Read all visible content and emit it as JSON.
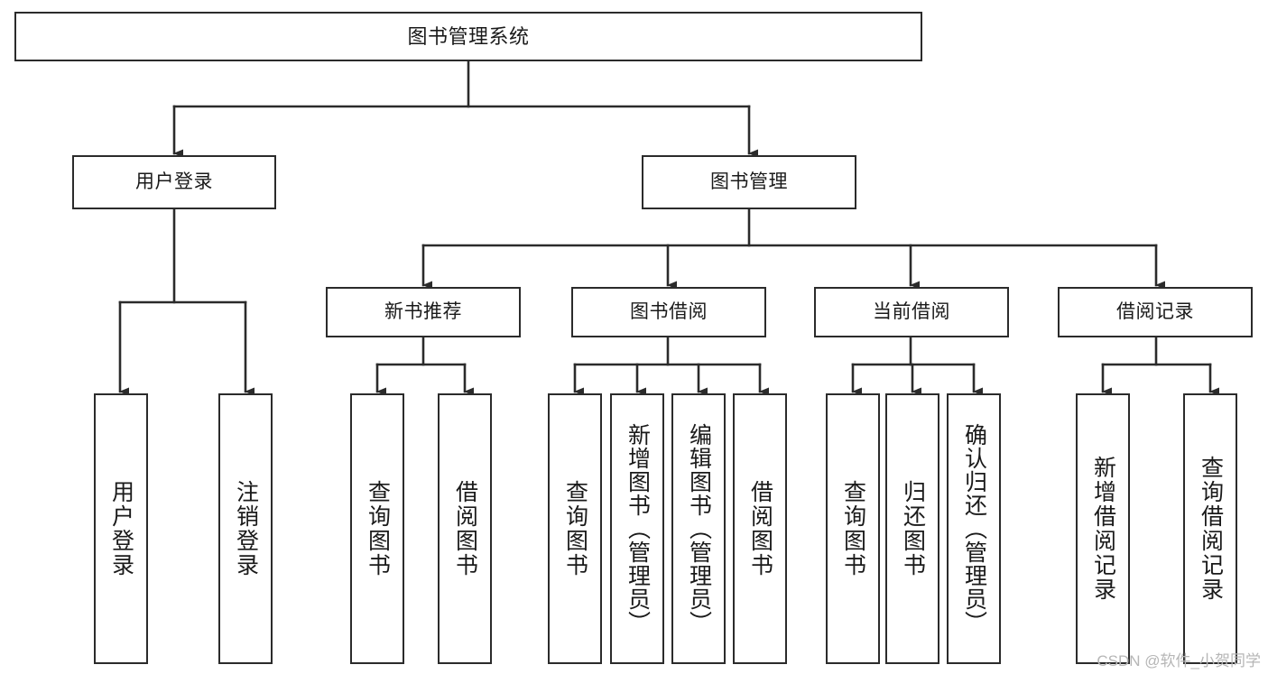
{
  "diagram": {
    "title": "图书管理系统",
    "type": "tree-hierarchy",
    "root": {
      "id": "root",
      "label": "图书管理系统"
    },
    "level2": [
      {
        "id": "user-login",
        "label": "用户登录"
      },
      {
        "id": "book-management",
        "label": "图书管理"
      }
    ],
    "level3": [
      {
        "id": "new-book-recommend",
        "label": "新书推荐",
        "parent": "book-management"
      },
      {
        "id": "book-borrow",
        "label": "图书借阅",
        "parent": "book-management"
      },
      {
        "id": "current-borrow",
        "label": "当前借阅",
        "parent": "book-management"
      },
      {
        "id": "borrow-record",
        "label": "借阅记录",
        "parent": "book-management"
      }
    ],
    "leaves": [
      {
        "id": "leaf-user-login",
        "label": "用户登录",
        "parent": "user-login"
      },
      {
        "id": "leaf-user-logout",
        "label": "注销登录",
        "parent": "user-login"
      },
      {
        "id": "leaf-query-book-1",
        "label": "查询图书",
        "parent": "new-book-recommend"
      },
      {
        "id": "leaf-borrow-book-1",
        "label": "借阅图书",
        "parent": "new-book-recommend"
      },
      {
        "id": "leaf-query-book-2",
        "label": "查询图书",
        "parent": "book-borrow"
      },
      {
        "id": "leaf-add-book",
        "label": "新增图书（管理员）",
        "parent": "book-borrow"
      },
      {
        "id": "leaf-edit-book",
        "label": "编辑图书（管理员）",
        "parent": "book-borrow"
      },
      {
        "id": "leaf-borrow-book-2",
        "label": "借阅图书",
        "parent": "book-borrow"
      },
      {
        "id": "leaf-query-book-3",
        "label": "查询图书",
        "parent": "current-borrow"
      },
      {
        "id": "leaf-return-book",
        "label": "归还图书",
        "parent": "current-borrow"
      },
      {
        "id": "leaf-confirm-return",
        "label": "确认归还（管理员）",
        "parent": "current-borrow"
      },
      {
        "id": "leaf-add-record",
        "label": "新增借阅记录",
        "parent": "borrow-record"
      },
      {
        "id": "leaf-query-record",
        "label": "查询借阅记录",
        "parent": "borrow-record"
      }
    ],
    "colors": {
      "border": "#2b2b2b",
      "background": "#ffffff",
      "text": "#1a1a1a",
      "watermark": "#b6b6b6"
    }
  },
  "watermark": {
    "text": "CSDN @软件_小贺同学"
  }
}
